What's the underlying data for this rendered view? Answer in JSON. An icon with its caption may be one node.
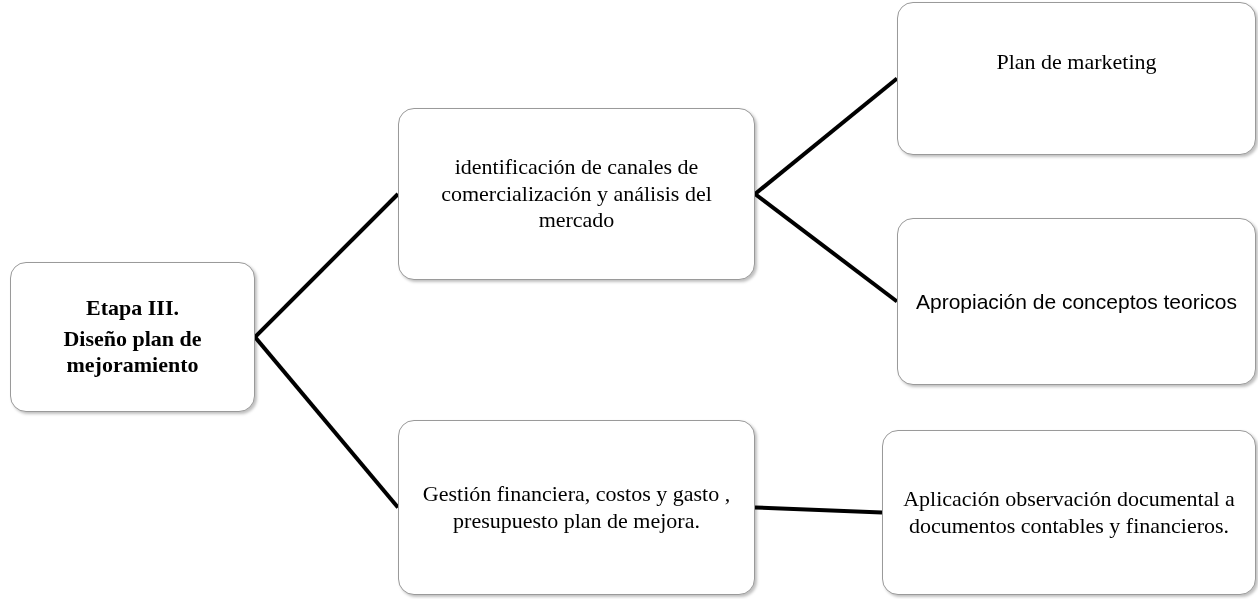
{
  "diagram": {
    "nodes": [
      {
        "text": [
          "Etapa III.",
          "Diseño plan de mejoramiento"
        ]
      },
      {
        "text": [
          "identificación de canales de comercialización y análisis del mercado"
        ]
      },
      {
        "text": [
          "Plan de marketing"
        ]
      },
      {
        "text": [
          "Apropiación de conceptos teoricos"
        ]
      },
      {
        "text": [
          "Gestión financiera, costos y gasto , presupuesto plan de mejora."
        ]
      },
      {
        "text": [
          "Aplicación observación documental a documentos contables y financieros."
        ]
      }
    ],
    "edges": [
      {
        "from": 0,
        "to": 1,
        "arrow": "none"
      },
      {
        "from": 0,
        "to": 4,
        "arrow": "none"
      },
      {
        "from": 1,
        "to": 2,
        "arrow": "none"
      },
      {
        "from": 1,
        "to": 3,
        "arrow": "none"
      },
      {
        "from": 4,
        "to": 5,
        "arrow": "none"
      }
    ]
  }
}
